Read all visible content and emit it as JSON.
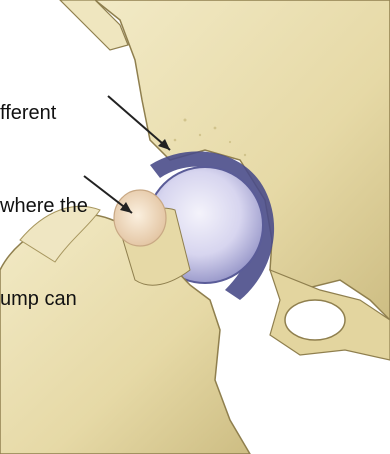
{
  "caption": {
    "lines": [
      "fferent",
      "where the",
      "ump can"
    ]
  },
  "colors": {
    "bone": "#e9dfb0",
    "bone_shadow": "#cbbd83",
    "bone_outline": "#8f7f4e",
    "cartilage": "#d6d4ee",
    "cartilage_dark": "#5a5c98",
    "bump": "#f1dcc0",
    "pointer": "#222222"
  },
  "icons": {
    "hip_joint": "hip-joint-illustration",
    "bump": "cam-bump-illustration"
  }
}
